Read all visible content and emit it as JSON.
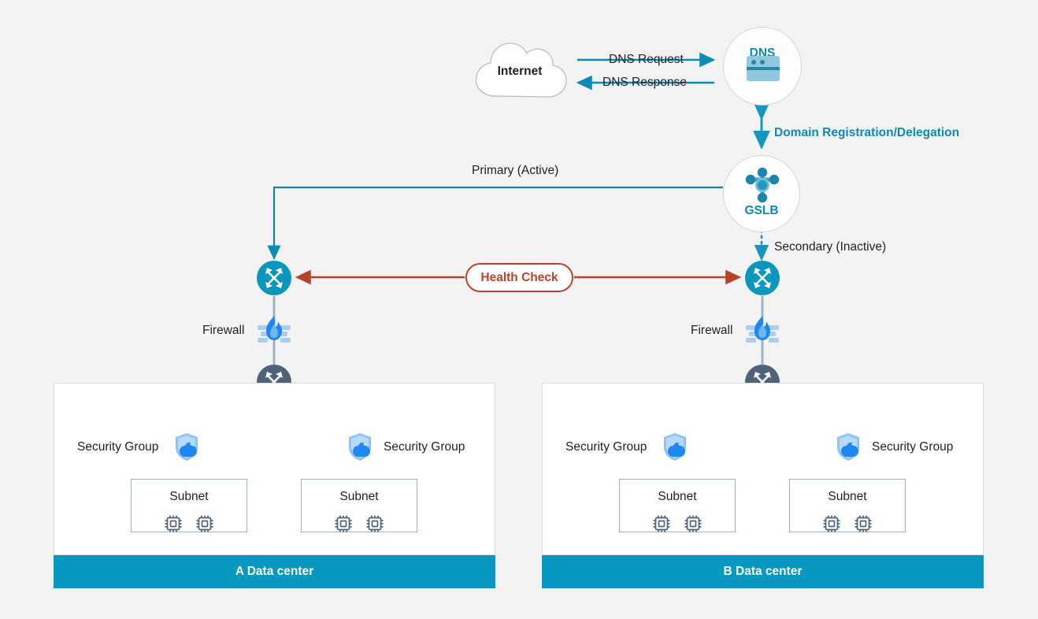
{
  "diagram": {
    "title": "GSLB Active-Standby Multi Data Center Architecture",
    "background_color": "#f3f3f3",
    "accent_teal": "#0b8bb5",
    "accent_red": "#b8432a",
    "banner_blue": "#0698c0"
  },
  "internet": {
    "label": "Internet"
  },
  "dns": {
    "label": "DNS",
    "icon": "dns-card-icon"
  },
  "gslb": {
    "label": "GSLB",
    "icon": "gslb-node-icon"
  },
  "flows": {
    "dns_request": "DNS Request",
    "dns_response": "DNS Response",
    "domain_registration": "Domain Registration/Delegation",
    "primary": "Primary (Active)",
    "secondary": "Secondary (Inactive)",
    "health_check": "Health Check"
  },
  "datacenters": [
    {
      "id": "a",
      "banner": "A Data center",
      "firewall_label": "Firewall",
      "firewall_label_side": "left",
      "edge_router": "edge-router-teal",
      "core_router": "core-router-slate",
      "security_groups": [
        {
          "label": "Security Group",
          "label_side": "left"
        },
        {
          "label": "Security Group",
          "label_side": "right"
        }
      ],
      "subnets": [
        {
          "title": "Subnet",
          "instances": [
            "chip-icon",
            "chip-icon"
          ]
        },
        {
          "title": "Subnet",
          "instances": [
            "chip-icon",
            "chip-icon"
          ]
        }
      ]
    },
    {
      "id": "b",
      "banner": "B Data center",
      "firewall_label": "Firewall",
      "firewall_label_side": "left",
      "edge_router": "edge-router-teal",
      "core_router": "core-router-slate",
      "security_groups": [
        {
          "label": "Security Group",
          "label_side": "left"
        },
        {
          "label": "Security Group",
          "label_side": "right"
        }
      ],
      "subnets": [
        {
          "title": "Subnet",
          "instances": [
            "chip-icon",
            "chip-icon"
          ]
        },
        {
          "title": "Subnet",
          "instances": [
            "chip-icon",
            "chip-icon"
          ]
        }
      ]
    }
  ]
}
